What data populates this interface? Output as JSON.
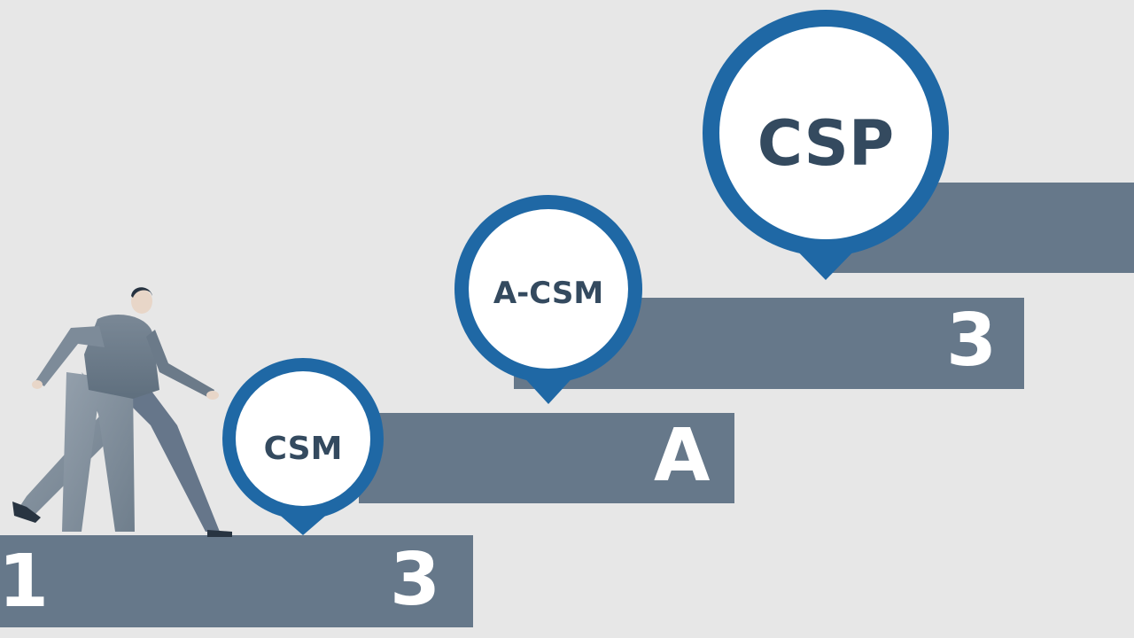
{
  "diagram": {
    "steps": [
      {
        "left_label": "1",
        "right_label": "3"
      },
      {
        "right_label": "A"
      },
      {
        "right_label": "3"
      },
      {
        "right_label": ""
      }
    ],
    "badges": [
      {
        "label": "CSM"
      },
      {
        "label": "A-CSM"
      },
      {
        "label": "CSP"
      }
    ],
    "colors": {
      "background": "#e7e7e7",
      "step": "#66788a",
      "badge_ring": "#1f68a5",
      "badge_fill": "#ffffff",
      "badge_text": "#344a5f",
      "figure": "#6d7c8b"
    },
    "figure": "climbing-person"
  }
}
